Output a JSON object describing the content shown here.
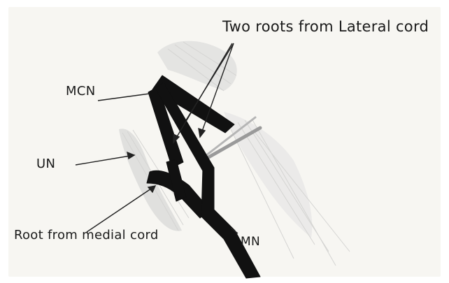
{
  "labels": {
    "lateral_cord_roots": "Two roots from Lateral cord",
    "mcn": "MCN",
    "un": "UN",
    "medial_root": "Root from medial cord",
    "mn": "MN"
  },
  "colors": {
    "paper": "#f7f6f2",
    "ink": "#111111",
    "pencil_shading": "#c8c8c8"
  }
}
